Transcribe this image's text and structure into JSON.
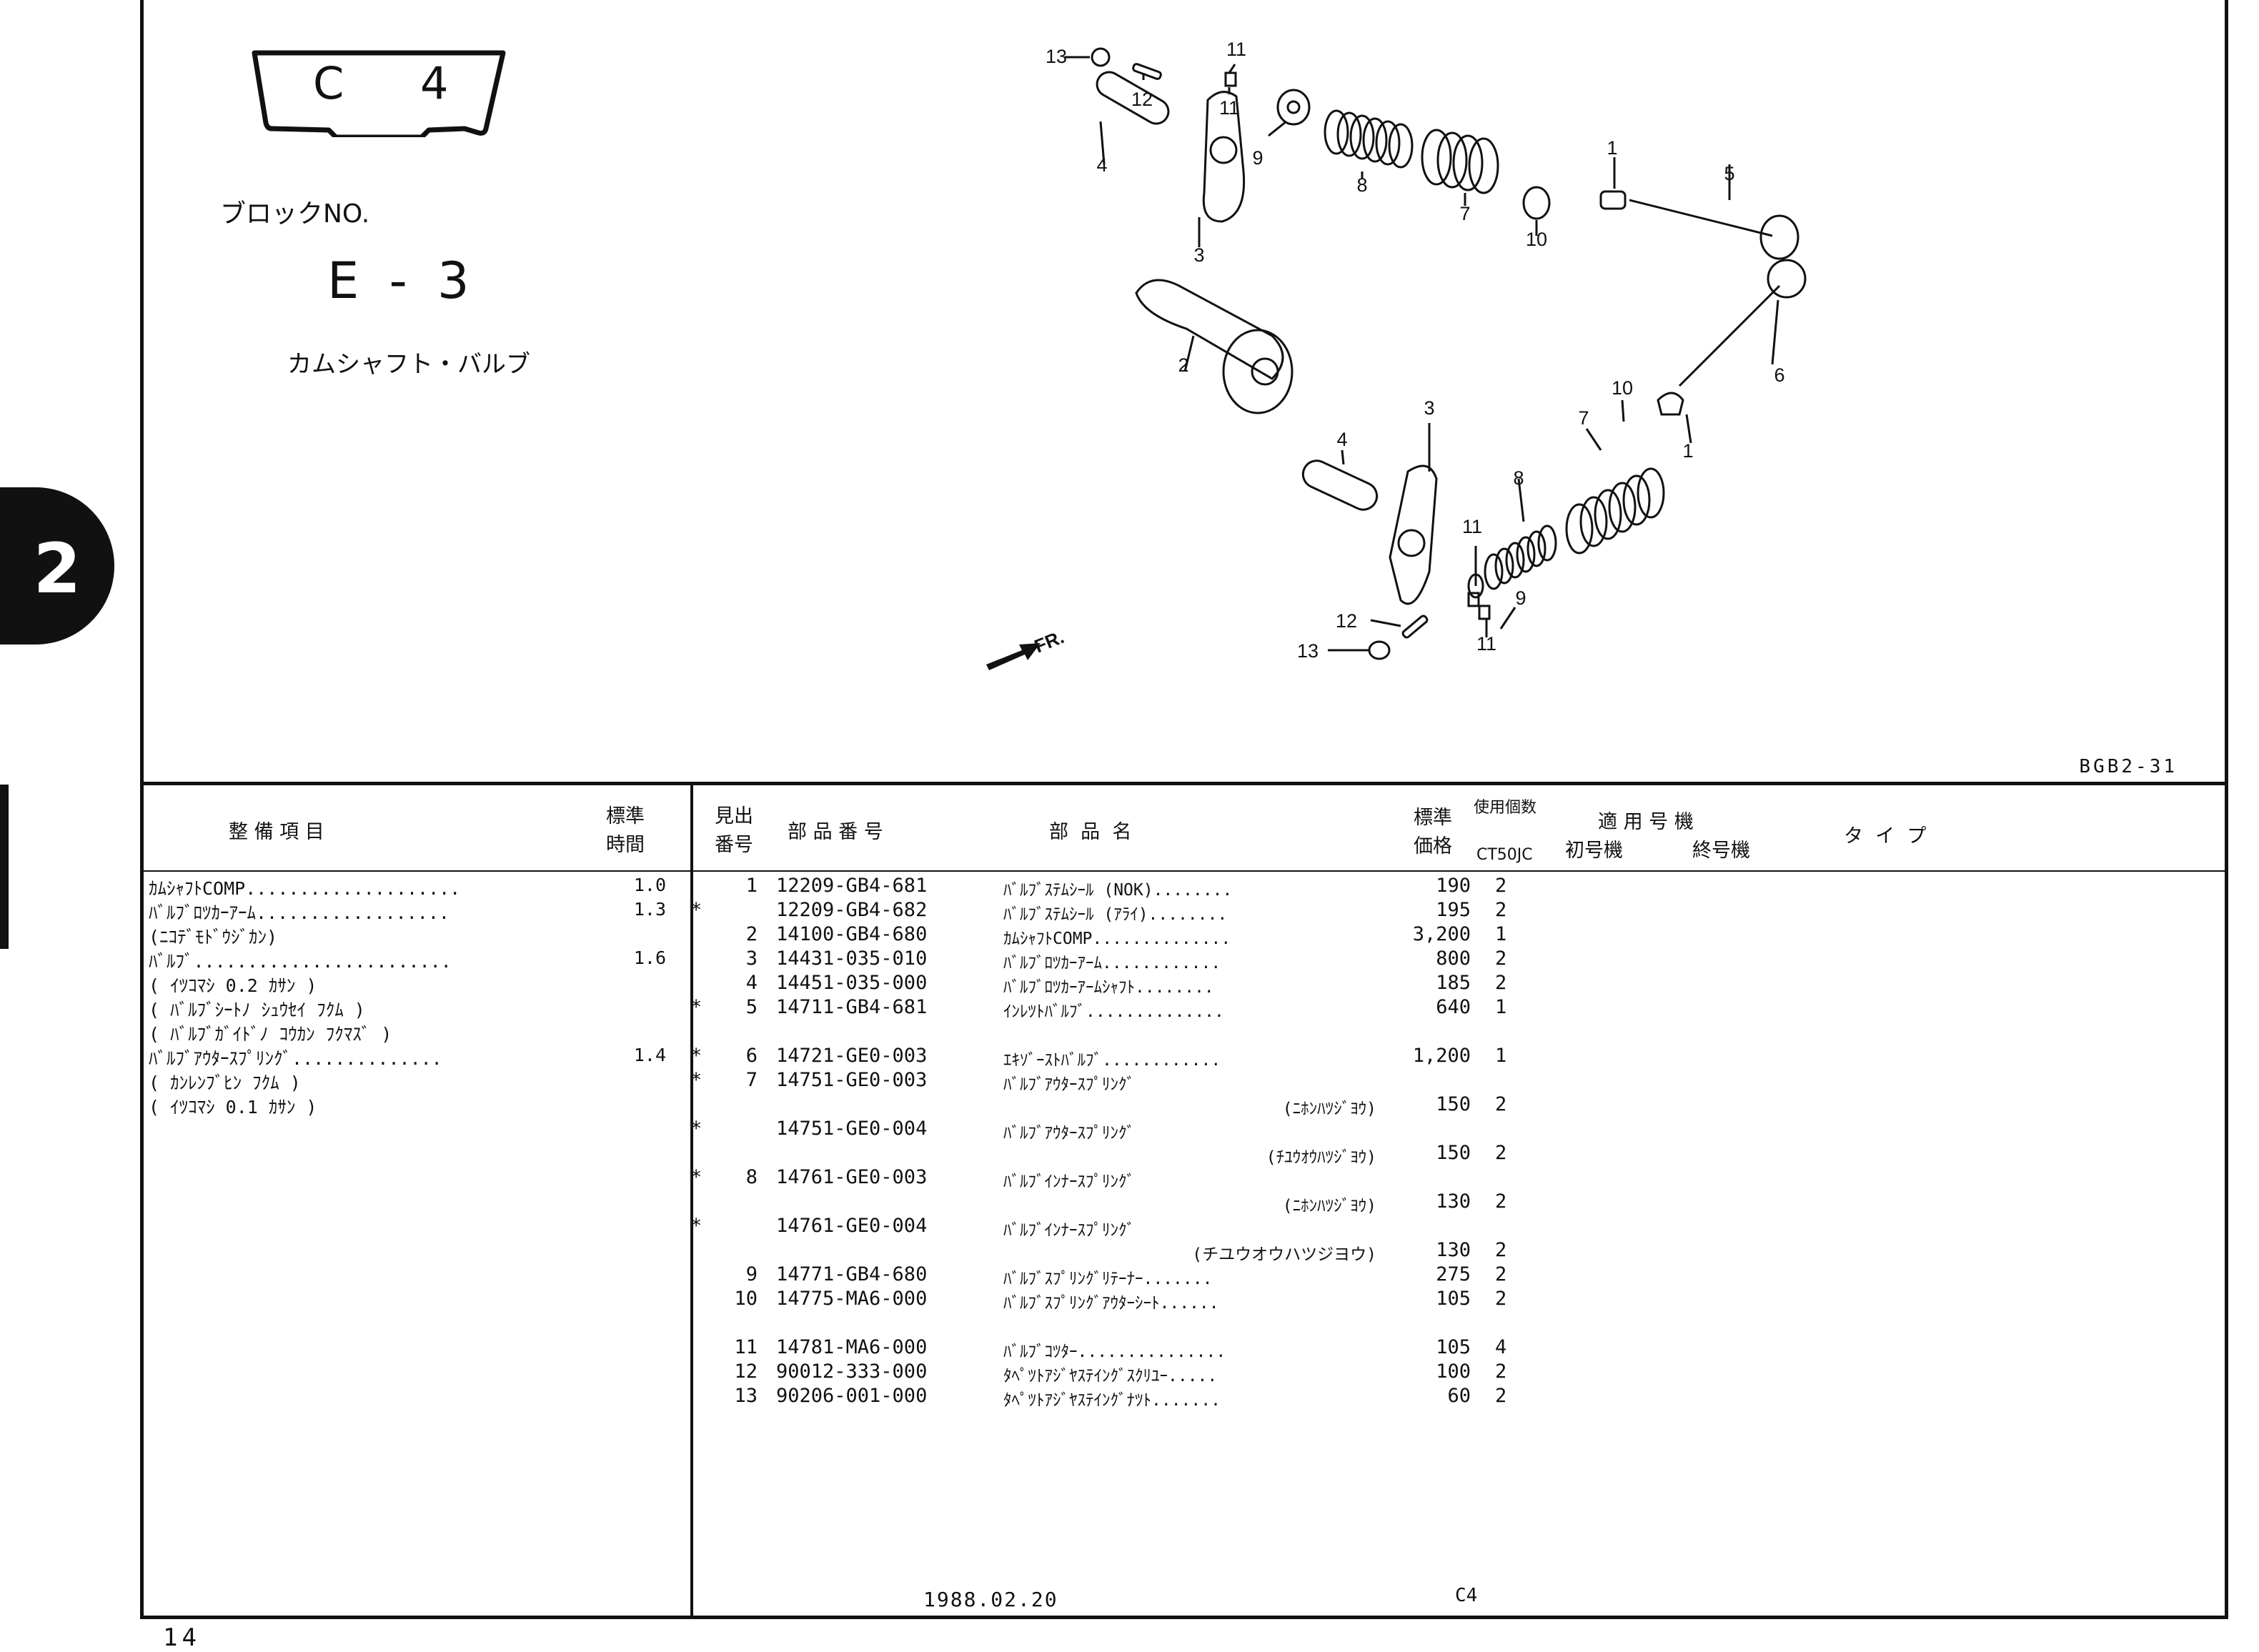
{
  "side_tab": {
    "number": "2"
  },
  "block": {
    "letter": "C",
    "number": "4",
    "label": "ブロックNO.",
    "code": "E - 3",
    "title": "カムシャフト・バルブ"
  },
  "diagram": {
    "callouts": [
      "13",
      "12",
      "11",
      "11",
      "9",
      "8",
      "7",
      "10",
      "1",
      "5",
      "4",
      "3",
      "2",
      "6",
      "10",
      "7",
      "4",
      "3",
      "8",
      "11",
      "12",
      "13",
      "11",
      "9",
      "1"
    ],
    "direction": "FR.",
    "drawing_code": "BGB2-31"
  },
  "table_header": {
    "service_item": "整 備 項 目",
    "std_time_1": "標準",
    "std_time_2": "時間",
    "ref_1": "見出",
    "ref_2": "番号",
    "part_number": "部 品 番 号",
    "part_name": "部  品  名",
    "price_1": "標準",
    "price_2": "価格",
    "qty": "使用個数",
    "model": "CT50JC",
    "applicable": "適 用 号 機",
    "first_unit": "初号機",
    "last_unit": "終号機",
    "type": "タ  イ  プ"
  },
  "service_items": [
    {
      "name": "ｶﾑｼｬﾌﾄCOMP....................",
      "hours": "1.0"
    },
    {
      "name": "ﾊﾞﾙﾌﾞﾛﾂｶｰｱｰﾑ..................",
      "hours": "1.3"
    },
    {
      "name": "(ﾆｺﾃﾞﾓﾄﾞｳｼﾞｶﾝ)",
      "hours": ""
    },
    {
      "name": "ﾊﾞﾙﾌﾞ........................",
      "hours": "1.6"
    },
    {
      "name": "( ｲﾂｺﾏｼ 0.2 ｶｻﾝ )",
      "hours": ""
    },
    {
      "name": "( ﾊﾞﾙﾌﾞｼｰﾄﾉ ｼｭｳｾｲ ﾌｸﾑ )",
      "hours": ""
    },
    {
      "name": "( ﾊﾞﾙﾌﾞｶﾞｲﾄﾞﾉ ｺｳｶﾝ ﾌｸﾏｽﾞ )",
      "hours": ""
    },
    {
      "name": "ﾊﾞﾙﾌﾞｱｳﾀｰｽﾌﾟﾘﾝｸﾞ..............",
      "hours": "1.4"
    },
    {
      "name": "( ｶﾝﾚﾝﾌﾞﾋﾝ ﾌｸﾑ )",
      "hours": ""
    },
    {
      "name": "( ｲﾂｺﾏｼ 0.1 ｶｻﾝ )",
      "hours": ""
    }
  ],
  "parts": [
    {
      "star": "",
      "ref": "1",
      "number": "12209-GB4-681",
      "name": "ﾊﾞﾙﾌﾞｽﾃﾑｼｰﾙ (NOK)........",
      "price": "190",
      "qty": "2"
    },
    {
      "star": "*",
      "ref": "",
      "number": "12209-GB4-682",
      "name": "ﾊﾞﾙﾌﾞｽﾃﾑｼｰﾙ (ｱﾗｲ)........",
      "price": "195",
      "qty": "2"
    },
    {
      "star": "",
      "ref": "2",
      "number": "14100-GB4-680",
      "name": "ｶﾑｼｬﾌﾄCOMP..............",
      "price": "3,200",
      "qty": "1"
    },
    {
      "star": "",
      "ref": "3",
      "number": "14431-035-010",
      "name": "ﾊﾞﾙﾌﾞﾛﾂｶｰｱｰﾑ............",
      "price": "800",
      "qty": "2"
    },
    {
      "star": "",
      "ref": "4",
      "number": "14451-035-000",
      "name": "ﾊﾞﾙﾌﾞﾛﾂｶｰｱｰﾑｼｬﾌﾄ........",
      "price": "185",
      "qty": "2"
    },
    {
      "star": "*",
      "ref": "5",
      "number": "14711-GB4-681",
      "name": "ｲﾝﾚﾂﾄﾊﾞﾙﾌﾞ..............",
      "price": "640",
      "qty": "1"
    },
    {
      "star": "*",
      "ref": "6",
      "number": "14721-GE0-003",
      "name": "ｴｷｿﾞｰｽﾄﾊﾞﾙﾌﾞ............",
      "price": "1,200",
      "qty": "1"
    },
    {
      "star": "*",
      "ref": "7",
      "number": "14751-GE0-003",
      "name": "ﾊﾞﾙﾌﾞｱｳﾀｰｽﾌﾟﾘﾝｸﾞ",
      "price": "",
      "qty": "",
      "sub": "(ﾆﾎﾝﾊﾂｼﾞﾖｳ)",
      "sub_price": "150",
      "sub_qty": "2"
    },
    {
      "star": "*",
      "ref": "",
      "number": "14751-GE0-004",
      "name": "ﾊﾞﾙﾌﾞｱｳﾀｰｽﾌﾟﾘﾝｸﾞ",
      "price": "",
      "qty": "",
      "sub": "(ﾁﾕｳｵｳﾊﾂｼﾞﾖｳ)",
      "sub_price": "150",
      "sub_qty": "2"
    },
    {
      "star": "*",
      "ref": "8",
      "number": "14761-GE0-003",
      "name": "ﾊﾞﾙﾌﾞｲﾝﾅｰｽﾌﾟﾘﾝｸﾞ",
      "price": "",
      "qty": "",
      "sub": "(ﾆﾎﾝﾊﾂｼﾞﾖｳ)",
      "sub_price": "130",
      "sub_qty": "2"
    },
    {
      "star": "*",
      "ref": "",
      "number": "14761-GE0-004",
      "name": "ﾊﾞﾙﾌﾞｲﾝﾅｰｽﾌﾟﾘﾝｸﾞ",
      "price": "",
      "qty": "",
      "sub": "(チユウオウハツジヨウ)",
      "sub_price": "130",
      "sub_qty": "2"
    },
    {
      "star": "",
      "ref": "9",
      "number": "14771-GB4-680",
      "name": "ﾊﾞﾙﾌﾞｽﾌﾟﾘﾝｸﾞﾘﾃｰﾅｰ.......",
      "price": "275",
      "qty": "2"
    },
    {
      "star": "",
      "ref": "10",
      "number": "14775-MA6-000",
      "name": "ﾊﾞﾙﾌﾞｽﾌﾟﾘﾝｸﾞｱｳﾀｰｼｰﾄ......",
      "price": "105",
      "qty": "2"
    },
    {
      "star": "",
      "ref": "11",
      "number": "14781-MA6-000",
      "name": "ﾊﾞﾙﾌﾞｺﾂﾀｰ...............",
      "price": "105",
      "qty": "4"
    },
    {
      "star": "",
      "ref": "12",
      "number": "90012-333-000",
      "name": "ﾀﾍﾟﾂﾄｱｼﾞﾔｽﾃｲﾝｸﾞｽｸﾘﾕｰ.....",
      "price": "100",
      "qty": "2"
    },
    {
      "star": "",
      "ref": "13",
      "number": "90206-001-000",
      "name": "ﾀﾍﾟﾂﾄｱｼﾞﾔｽﾃｲﾝｸﾞﾅﾂﾄ.......",
      "price": "60",
      "qty": "2"
    }
  ],
  "footer": {
    "date": "1988.02.20",
    "code": "C4",
    "page_number": "14"
  }
}
